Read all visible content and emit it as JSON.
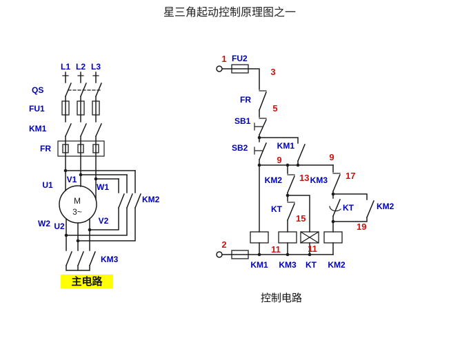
{
  "title": "星三角起动控制原理图之一",
  "colors": {
    "component_label": "#0000bb",
    "node_number": "#cc1111",
    "wire": "#1a1a1a",
    "caption_highlight": "#ffff00",
    "background": "#ffffff"
  },
  "main_circuit": {
    "caption": "主电路",
    "phases": {
      "l1": "L1",
      "l2": "L2",
      "l3": "L3"
    },
    "qs": "QS",
    "fu1": "FU1",
    "km1": "KM1",
    "fr": "FR",
    "km2": "KM2",
    "km3": "KM3",
    "motor": {
      "m": "M",
      "phase": "3~",
      "u1": "U1",
      "v1": "V1",
      "w1": "W1",
      "w2": "W2",
      "u2": "U2",
      "v2": "V2"
    }
  },
  "control_circuit": {
    "caption": "控制电路",
    "fu2": "FU2",
    "fr": "FR",
    "sb1": "SB1",
    "sb2": "SB2",
    "km1_aux": "KM1",
    "km2_interlock": "KM2",
    "kt_nc": "KT",
    "km3_interlock": "KM3",
    "kt_no": "KT",
    "km2_hold": "KM2",
    "coils": {
      "km1": "KM1",
      "km3": "KM3",
      "kt": "KT",
      "km2": "KM2"
    },
    "nodes": {
      "n1": "1",
      "n2": "2",
      "n3": "3",
      "n5": "5",
      "n9a": "9",
      "n9b": "9",
      "n11a": "11",
      "n11b": "11",
      "n13": "13",
      "n15": "15",
      "n17": "17",
      "n19": "19"
    }
  }
}
